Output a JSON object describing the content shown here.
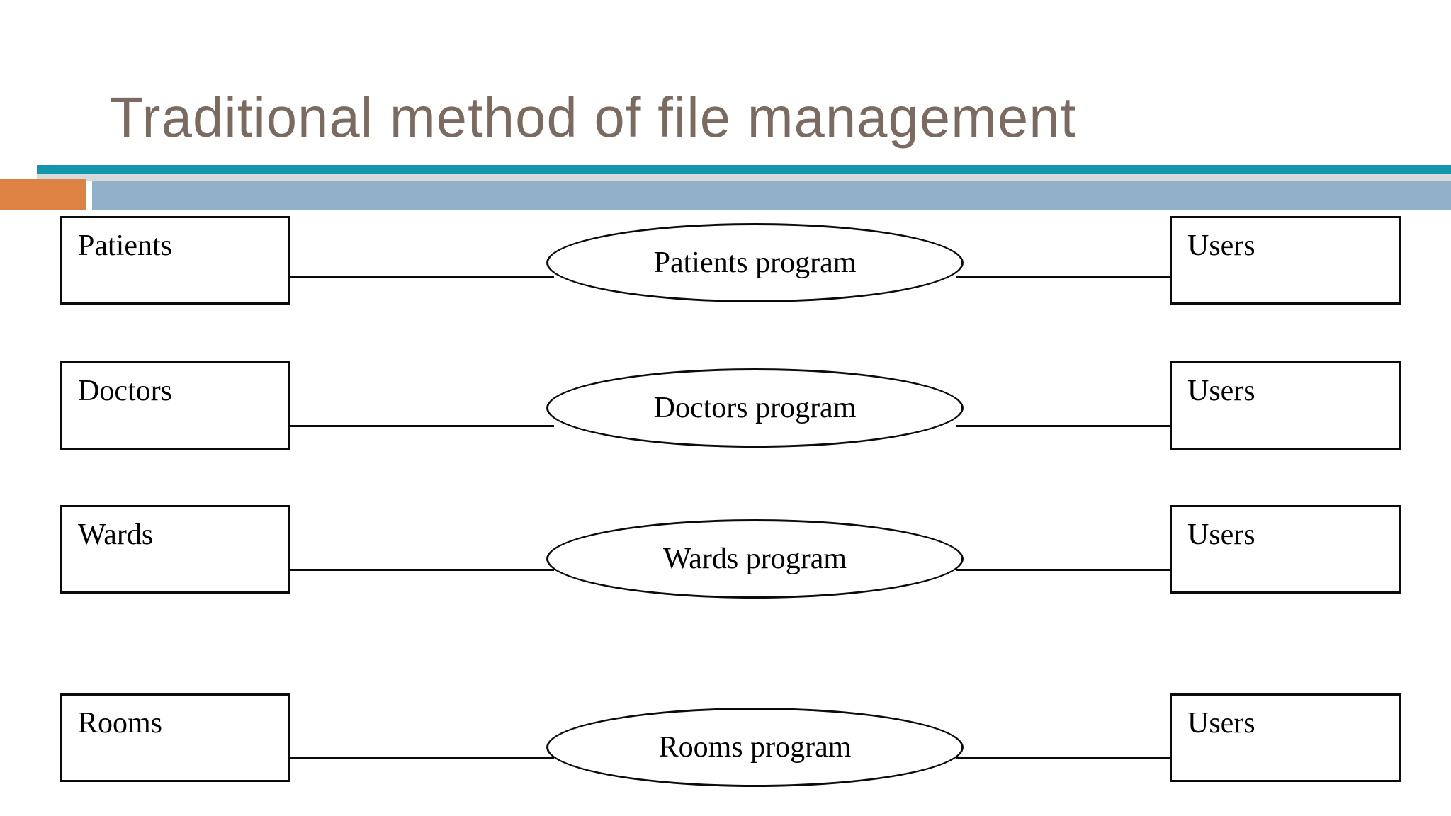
{
  "slide": {
    "title": "Traditional method of file management",
    "background_color": "#FFFFFF",
    "title_color": "#7A6A60"
  },
  "decor": {
    "teal_bar_color": "#1395AD",
    "gray_bar_color": "#D4D9D9",
    "blue_bar_color": "#91B1CB",
    "orange_block_color": "#DD8242"
  },
  "diagram": {
    "type": "flow",
    "line_color": "#0B0B0B",
    "rows": [
      {
        "source": "Patients",
        "process": "Patients program",
        "target": "Users"
      },
      {
        "source": "Doctors",
        "process": "Doctors program",
        "target": "Users"
      },
      {
        "source": "Wards",
        "process": "Wards program",
        "target": "Users"
      },
      {
        "source": "Rooms",
        "process": "Rooms program",
        "target": "Users"
      }
    ]
  }
}
